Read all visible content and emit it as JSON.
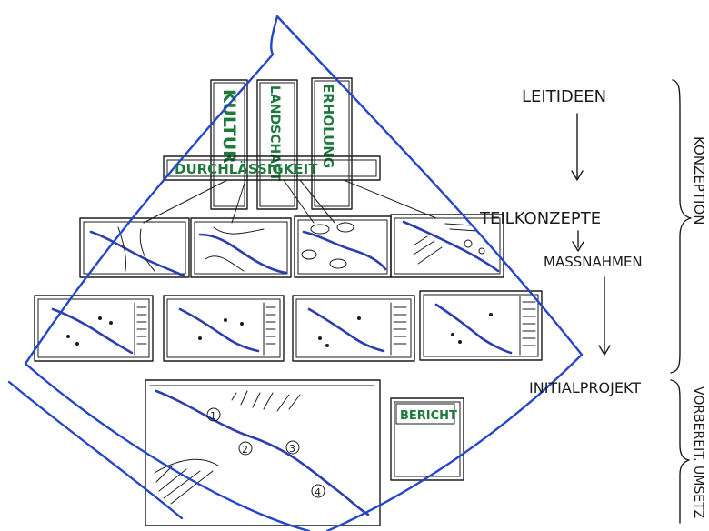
{
  "colors": {
    "ink": "#1b1b1b",
    "green_labels": "#1d7a3a",
    "outline_blue": "#2447c9",
    "river_blue": "#2d3fae",
    "background": "#ffffff"
  },
  "pillars": [
    "KULTUR",
    "LANDSCHAFT",
    "ERHOLUNG"
  ],
  "base_beam": "DURCHLÄSSIGKEIT",
  "process": {
    "step1": "LEITIDEEN",
    "step2": "TEILKONZEPTE",
    "step3": "MASSNAHMEN",
    "step4": "INITIALPROJEKT"
  },
  "phases": {
    "phase1": "KONZEPTION",
    "phase2": "VORBEREIT. UMSETZ"
  },
  "report": "BERICHT",
  "bottom_plan_markers": [
    "1",
    "2",
    "3",
    "4"
  ]
}
